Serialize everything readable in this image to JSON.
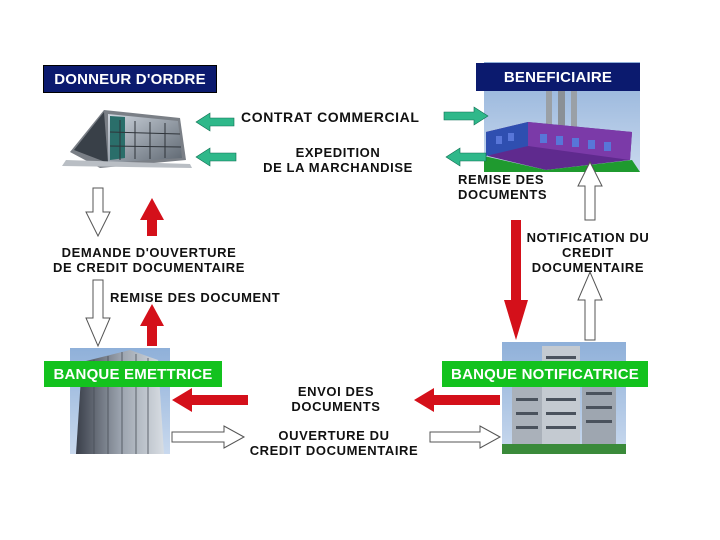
{
  "parties": {
    "donneur": "DONNEUR D'ORDRE",
    "beneficiaire": "BENEFICIAIRE",
    "banque_emettrice": "BANQUE EMETTRICE",
    "banque_notificatrice": "BANQUE NOTIFICATRICE"
  },
  "flows": {
    "contrat": "CONTRAT COMMERCIAL",
    "expedition_1": "EXPEDITION",
    "expedition_2": "DE LA MARCHANDISE",
    "remise_docs_1": "REMISE DES",
    "remise_docs_2": "DOCUMENTS",
    "demande_1": "DEMANDE D'OUVERTURE",
    "demande_2": "DE CREDIT DOCUMENTAIRE",
    "remise_document": "REMISE DES DOCUMENT",
    "notification_1": "NOTIFICATION DU",
    "notification_2": "CREDIT",
    "notification_3": "DOCUMENTAIRE",
    "envoi_1": "ENVOI DES",
    "envoi_2": "DOCUMENTS",
    "ouverture_1": "OUVERTURE DU",
    "ouverture_2": "CREDIT DOCUMENTAIRE"
  },
  "colors": {
    "navy": "#0b1a6e",
    "green": "#13c21e",
    "red": "#d4101a",
    "arrow_green": "#2fb88a",
    "white_arrow": "#ffffff"
  }
}
